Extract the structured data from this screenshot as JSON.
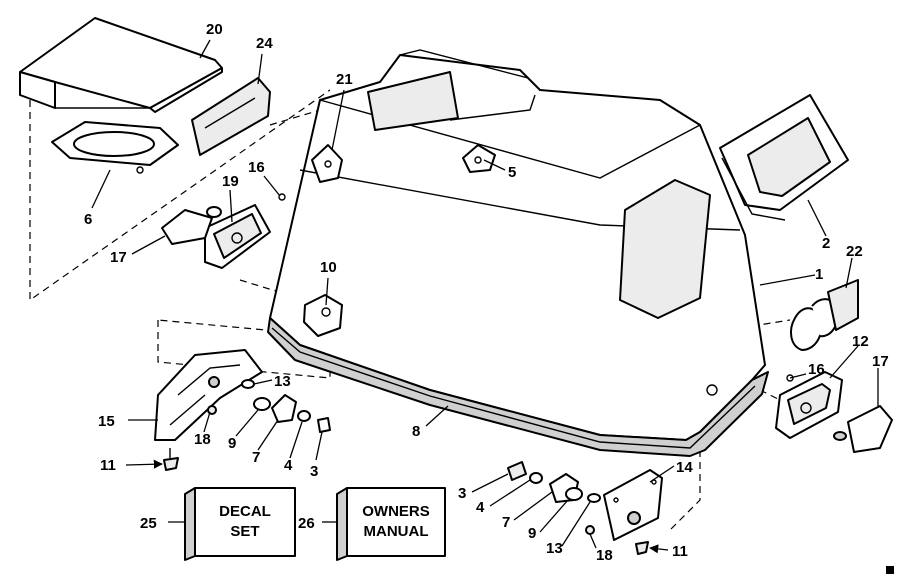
{
  "parts": {
    "p1": "1",
    "p2": "2",
    "p3a": "3",
    "p3b": "3",
    "p4a": "4",
    "p4b": "4",
    "p5": "5",
    "p6": "6",
    "p7a": "7",
    "p7b": "7",
    "p8": "8",
    "p9a": "9",
    "p9b": "9",
    "p10": "10",
    "p11a": "11",
    "p11b": "11",
    "p12": "12",
    "p13a": "13",
    "p13b": "13",
    "p14": "14",
    "p15": "15",
    "p16a": "16",
    "p16b": "16",
    "p17a": "17",
    "p17b": "17",
    "p18a": "18",
    "p18b": "18",
    "p19": "19",
    "p20": "20",
    "p21": "21",
    "p22": "22",
    "p24": "24",
    "p25": "25",
    "p26": "26"
  },
  "boxes": {
    "decal_line1": "DECAL",
    "decal_line2": "SET",
    "manual_line1": "OWNERS",
    "manual_line2": "MANUAL"
  }
}
